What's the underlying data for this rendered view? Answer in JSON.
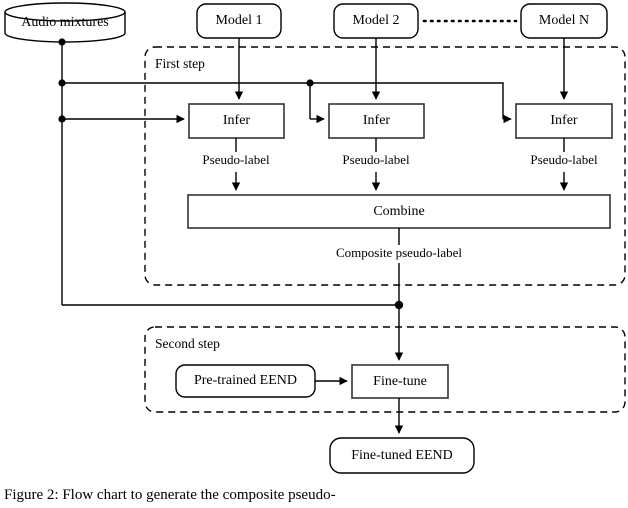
{
  "figure": {
    "caption": "Figure 2:   Flow chart  to generate  the  composite  pseudo-"
  },
  "nodes": {
    "audio_mixtures": {
      "label": "Audio mixtures",
      "shape": "cylinder"
    },
    "model_1": {
      "label": "Model 1",
      "shape": "rounded-rect"
    },
    "model_2": {
      "label": "Model 2",
      "shape": "rounded-rect"
    },
    "model_n": {
      "label": "Model N",
      "shape": "rounded-rect"
    },
    "infer_1": {
      "label": "Infer",
      "shape": "rect"
    },
    "infer_2": {
      "label": "Infer",
      "shape": "rect"
    },
    "infer_3": {
      "label": "Infer",
      "shape": "rect"
    },
    "combine": {
      "label": "Combine",
      "shape": "rect"
    },
    "pretrained_eend": {
      "label": "Pre-trained EEND",
      "shape": "rounded-rect"
    },
    "fine_tune": {
      "label": "Fine-tune",
      "shape": "rect"
    },
    "fine_tuned_eend": {
      "label": "Fine-tuned EEND",
      "shape": "rounded-rect"
    }
  },
  "groups": {
    "first_step": {
      "label": "First step",
      "style": "dashed"
    },
    "second_step": {
      "label": "Second step",
      "style": "dashed"
    }
  },
  "edge_labels": {
    "pseudo_label_1": "Pseudo-label",
    "pseudo_label_2": "Pseudo-label",
    "pseudo_label_3": "Pseudo-label",
    "composite_pseudo_label": "Composite pseudo-label"
  },
  "connectors": {
    "model_ellipsis": "dotted-line"
  },
  "colors": {
    "stroke": "#000000",
    "background": "#ffffff",
    "text": "#000000"
  }
}
